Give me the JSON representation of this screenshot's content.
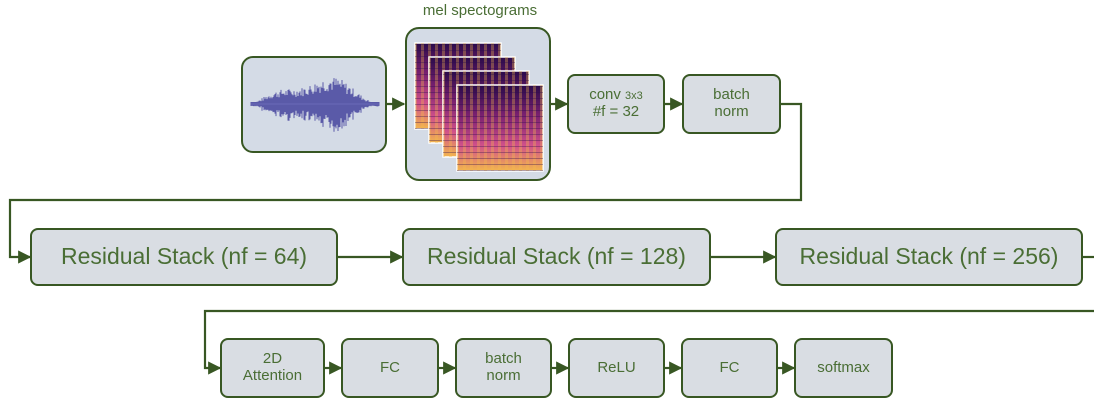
{
  "title": "mel spectograms",
  "colors": {
    "connector": "#385723",
    "box_fill": "#d9dde3",
    "text": "#4a6e35",
    "waveform": "#5a5aa8",
    "spectrogram_dark": "#2a0a4a",
    "spectrogram_mid": "#b03a7a",
    "spectrogram_bright": "#f3b64e"
  },
  "icons": {
    "waveform": "audio-waveform-icon",
    "spectrogram": "spectrogram-image-icon"
  },
  "input": {
    "conv_main": "conv",
    "conv_kernel": "3x3",
    "conv_filters": "#f = 32",
    "batch_norm_line1": "batch",
    "batch_norm_line2": "norm"
  },
  "residual": [
    {
      "label": "Residual Stack (nf = 64)"
    },
    {
      "label": "Residual Stack (nf = 128)"
    },
    {
      "label": "Residual Stack (nf = 256)"
    }
  ],
  "head": {
    "attention_line1": "2D",
    "attention_line2": "Attention",
    "fc1": "FC",
    "batch_norm_line1": "batch",
    "batch_norm_line2": "norm",
    "relu": "ReLU",
    "fc2": "FC",
    "softmax": "softmax"
  }
}
